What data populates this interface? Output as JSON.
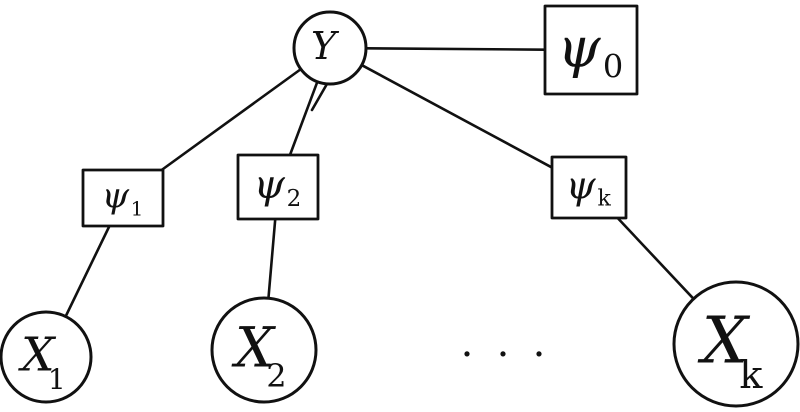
{
  "diagram": {
    "variable_nodes": [
      {
        "id": "Y",
        "label": "Y",
        "sub": ""
      },
      {
        "id": "X1",
        "label": "X",
        "sub": "1"
      },
      {
        "id": "X2",
        "label": "X",
        "sub": "2"
      },
      {
        "id": "Xk",
        "label": "X",
        "sub": "k"
      }
    ],
    "factor_nodes": [
      {
        "id": "psi0",
        "label": "ψ",
        "sub": "0"
      },
      {
        "id": "psi1",
        "label": "ψ",
        "sub": "1"
      },
      {
        "id": "psi2",
        "label": "ψ",
        "sub": "2"
      },
      {
        "id": "psik",
        "label": "ψ",
        "sub": "k"
      }
    ],
    "edges": [
      [
        "Y",
        "psi0"
      ],
      [
        "Y",
        "psi1"
      ],
      [
        "Y",
        "psi2"
      ],
      [
        "Y",
        "psik"
      ],
      [
        "psi1",
        "X1"
      ],
      [
        "psi2",
        "X2"
      ],
      [
        "psik",
        "Xk"
      ]
    ],
    "ellipsis": "..."
  }
}
